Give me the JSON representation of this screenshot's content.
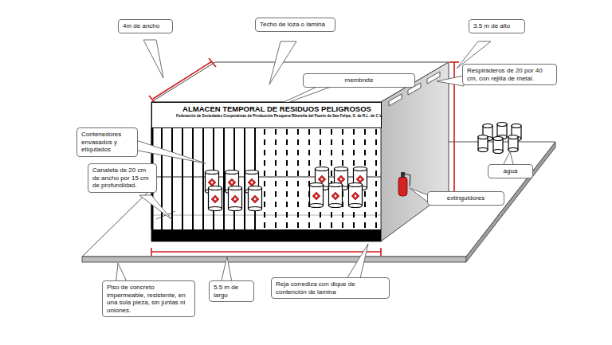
{
  "diagram": {
    "nodes": [
      {
        "text": [
          "4m de ancho"
        ]
      },
      {
        "text": [
          "Techo de loza o lamina"
        ]
      },
      {
        "text": [
          "3.5 m de alto"
        ]
      },
      {
        "text": [
          "membrete"
        ]
      },
      {
        "text": [
          "Respiraderos de 20 por 40 cm, con rejilla de metal."
        ]
      },
      {
        "text": [
          "ALMACEN TEMPORAL DE RESIDUOS PELIGROSOS",
          "Federación de Sociedades Cooperativas de Producción Pesquera Ribereña del Puerto de San Felipe, S. de R.L. de C.V."
        ]
      },
      {
        "text": [
          "Contenedores envasados y etiqutados"
        ]
      },
      {
        "text": [
          "Canaleta de 20 cm de ancho por 15 cm de profundidad."
        ]
      },
      {
        "text": [
          "agua"
        ]
      },
      {
        "text": [
          "extinguidores"
        ]
      },
      {
        "text": [
          "Piso de concreto impermeable, resistente, en una sola pieza, sin juntas ni uniones."
        ]
      },
      {
        "text": [
          "5.5 m de largo"
        ]
      },
      {
        "text": [
          "Reja corrediza con dique de contención de lamina"
        ]
      }
    ]
  }
}
